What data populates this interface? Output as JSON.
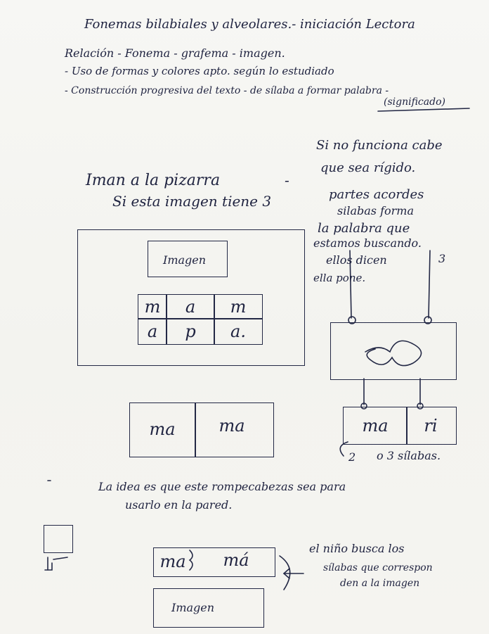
{
  "header": {
    "line1": "Fonemas bilabiales y alveolares.- iniciación Lectora",
    "line2": "Relación - Fonema - grafema - imagen.",
    "line3": "- Uso de formas y colores apto. según lo estudiado",
    "line4": "- Construcción progresiva del texto - de sílaba a formar palabra -",
    "line5": "(significado)"
  },
  "activity": {
    "title": "Iman a la pizarra",
    "subtitle": "Si esta imagen tiene 3",
    "dash": "-"
  },
  "right_note": {
    "l1": "Si no funciona cabe",
    "l2": "que sea rígido.",
    "l3": "partes acordes",
    "l4": "silabas forma",
    "l5": "la palabra que",
    "l6": "estamos buscando.",
    "l7": "ellos dicen",
    "l8": "ella pone.",
    "num": "3"
  },
  "board": {
    "image_label": "Imagen",
    "grid": [
      "m",
      "a",
      "m",
      "a",
      "p",
      "a."
    ]
  },
  "syllables_left": [
    "ma",
    "ma"
  ],
  "hanging_card": {
    "syllables": [
      "ma",
      "ri"
    ],
    "caption_num": "2",
    "caption": "o 3 sílabas."
  },
  "middle_note": {
    "l1": "La idea es que este rompecabezas sea para",
    "l2": "usarlo en la pared."
  },
  "bottom": {
    "syllables": [
      "ma",
      "má"
    ],
    "image_label": "Imagen",
    "note_l1": "el niño busca los",
    "note_l2": "sílabas que correspon",
    "note_l3": "den a la imagen"
  }
}
